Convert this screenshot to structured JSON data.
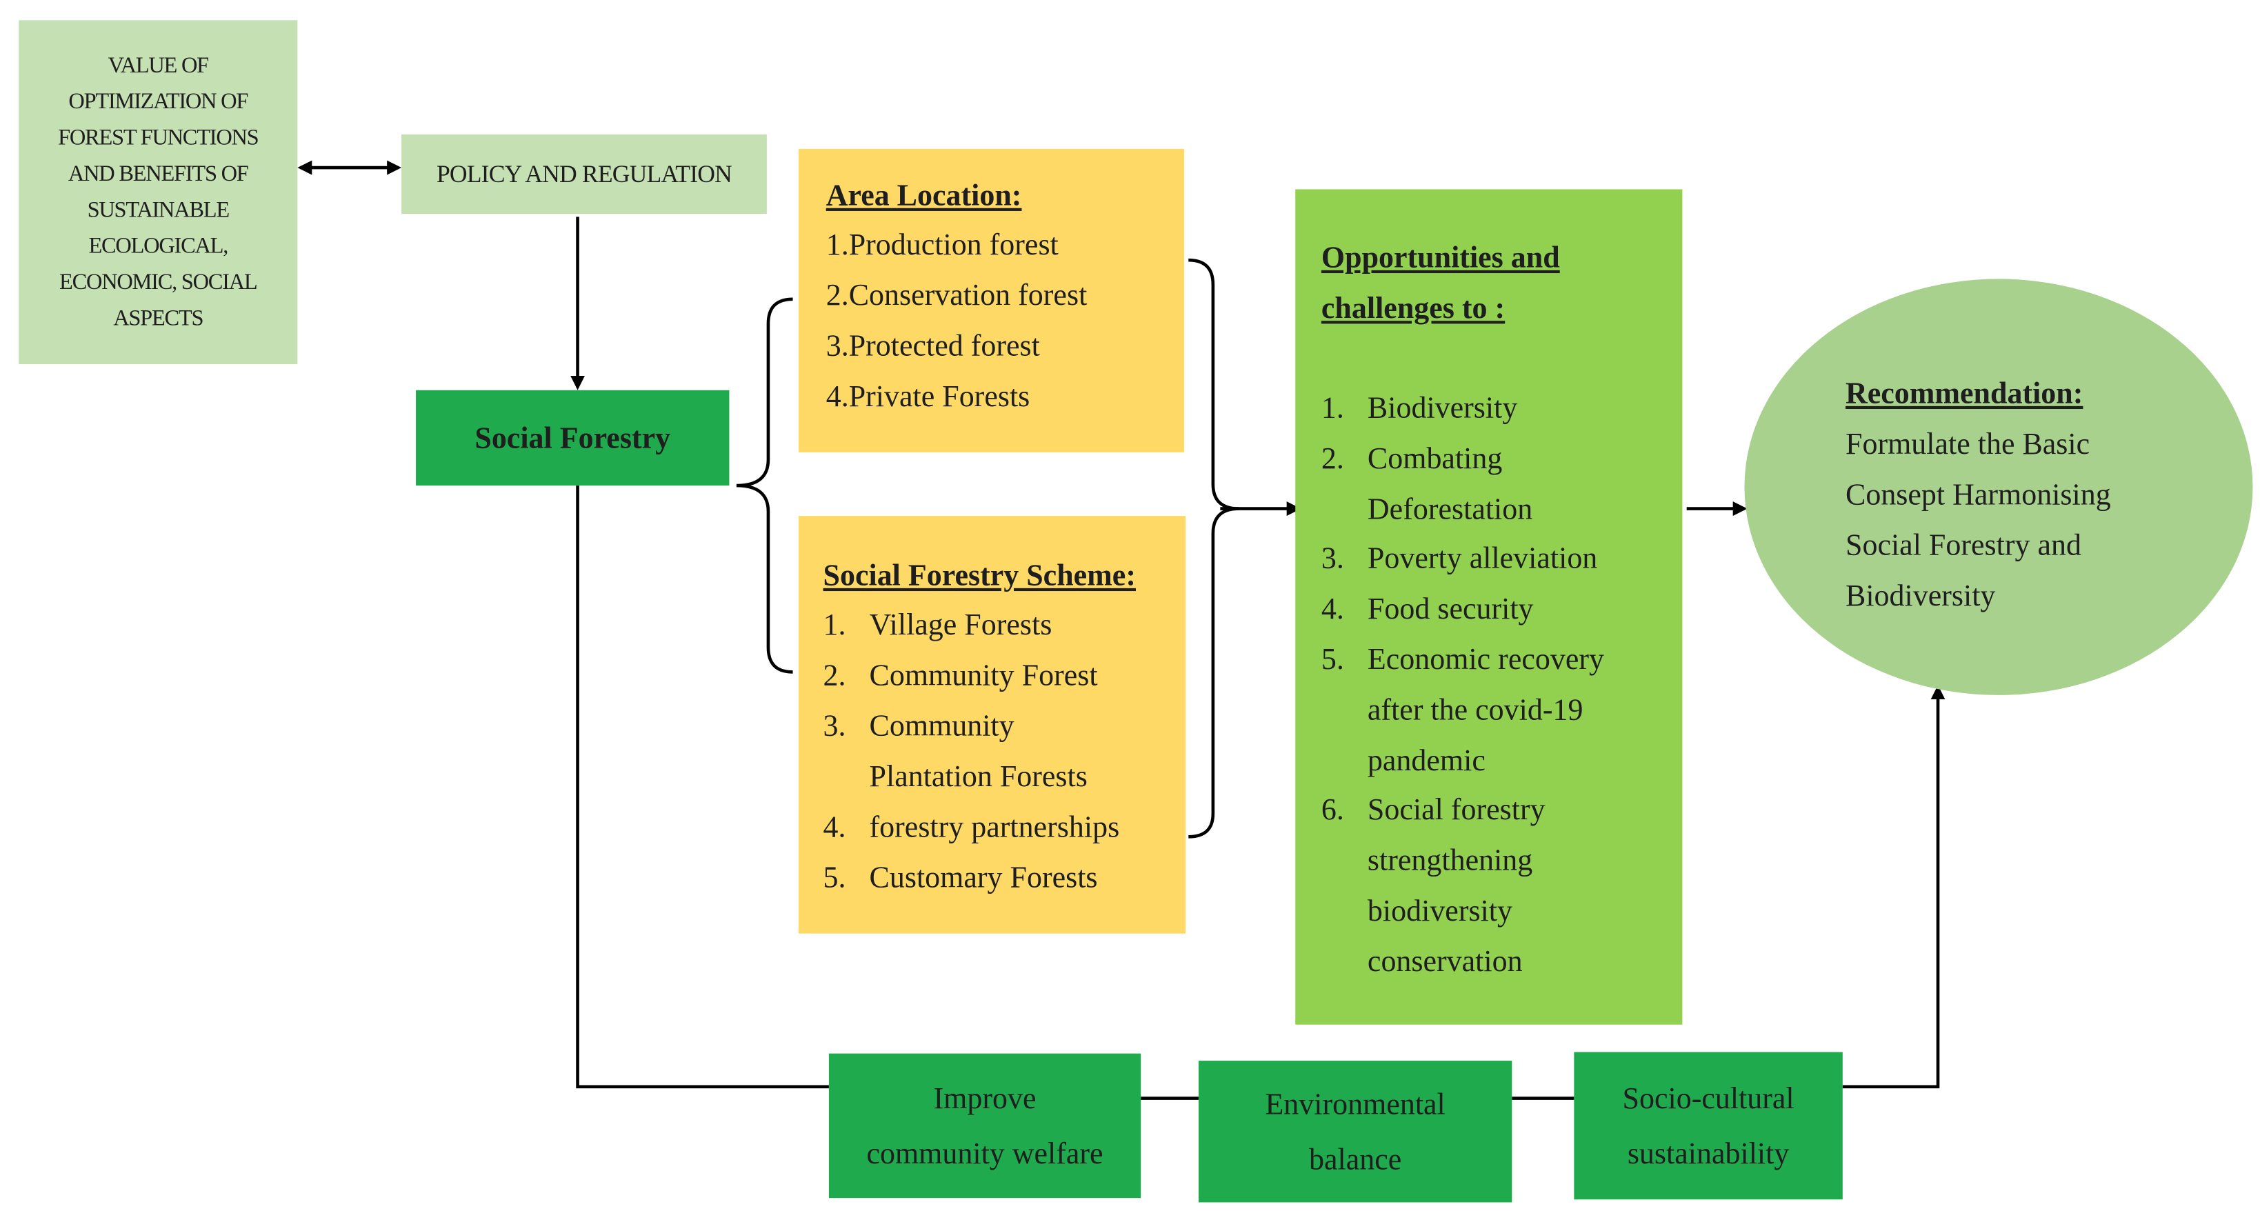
{
  "value_box": {
    "lines": [
      "VALUE OF",
      "OPTIMIZATION OF",
      "FOREST FUNCTIONS",
      "AND BENEFITS OF",
      "SUSTAINABLE",
      "ECOLOGICAL,",
      "ECONOMIC, SOCIAL",
      "ASPECTS"
    ]
  },
  "policy": {
    "label": "POLICY AND REGULATION"
  },
  "social_forestry": {
    "label": "Social Forestry"
  },
  "area_location": {
    "heading": "Area Location:",
    "items": [
      "1.Production forest",
      "2.Conservation forest",
      "3.Protected forest",
      "4.Private Forests"
    ]
  },
  "scheme": {
    "heading": "Social Forestry Scheme:",
    "items": [
      {
        "num": "1.",
        "lines": [
          "Village Forests"
        ]
      },
      {
        "num": "2.",
        "lines": [
          "Community Forest"
        ]
      },
      {
        "num": "3.",
        "lines": [
          "Community",
          "Plantation Forests"
        ]
      },
      {
        "num": "4.",
        "lines": [
          "forestry partnerships"
        ]
      },
      {
        "num": "5.",
        "lines": [
          "Customary Forests"
        ]
      }
    ]
  },
  "opportunities": {
    "heading_lines": [
      "Opportunities and",
      "challenges to :"
    ],
    "items": [
      {
        "num": "1.",
        "lines": [
          "Biodiversity"
        ]
      },
      {
        "num": "2.",
        "lines": [
          "Combating",
          "Deforestation"
        ]
      },
      {
        "num": "3.",
        "lines": [
          "Poverty alleviation"
        ]
      },
      {
        "num": "4.",
        "lines": [
          "Food security"
        ]
      },
      {
        "num": "5.",
        "lines": [
          "Economic recovery",
          "after the covid-19",
          "pandemic"
        ]
      },
      {
        "num": "6.",
        "lines": [
          "Social forestry",
          "strengthening",
          "biodiversity",
          "conservation"
        ]
      }
    ]
  },
  "recommendation": {
    "heading": "Recommendation:",
    "lines": [
      "Formulate the Basic",
      "Consept Harmonising",
      "Social Forestry and",
      "Biodiversity"
    ]
  },
  "outcomes": [
    {
      "lines": [
        "Improve",
        "community welfare"
      ]
    },
    {
      "lines": [
        "Environmental",
        "balance"
      ]
    },
    {
      "lines": [
        "Socio-cultural",
        "sustainability"
      ]
    }
  ]
}
